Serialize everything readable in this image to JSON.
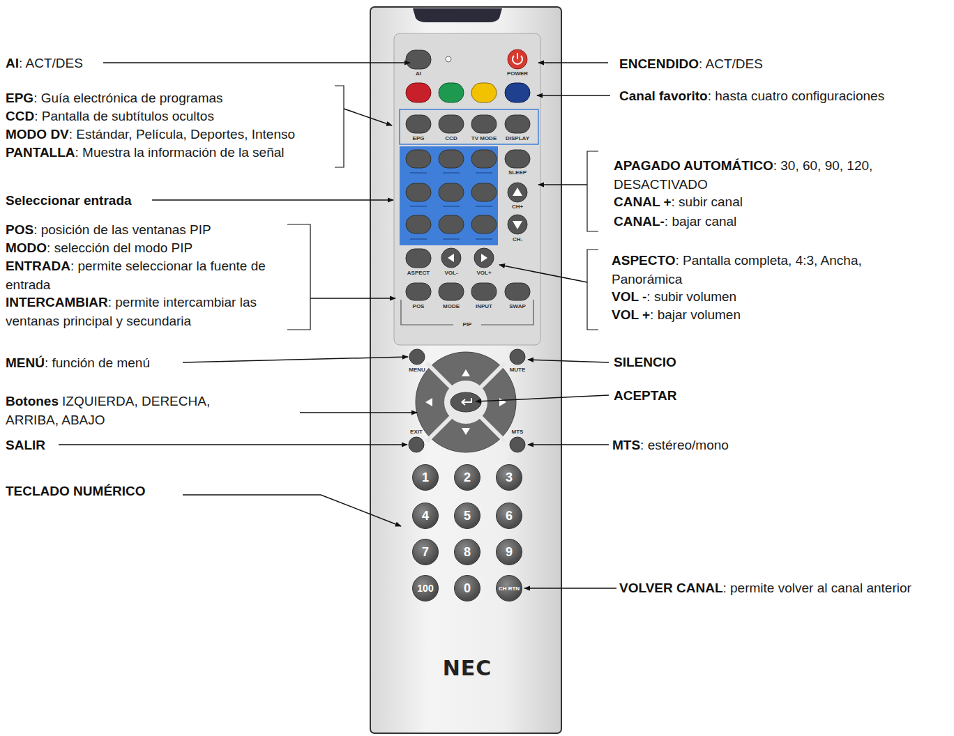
{
  "diagram": {
    "nodes": [
      {
        "text": [
          "1"
        ]
      },
      {
        "text": [
          "2"
        ]
      },
      {
        "text": [
          "3"
        ]
      },
      {
        "text": [
          "4"
        ]
      },
      {
        "text": [
          "5"
        ]
      },
      {
        "text": [
          "6"
        ]
      },
      {
        "text": [
          "7"
        ]
      },
      {
        "text": [
          "8"
        ]
      },
      {
        "text": [
          "9"
        ]
      },
      {
        "text": [
          "100"
        ]
      },
      {
        "text": [
          "0"
        ]
      },
      {
        "text": [
          "CH RTN"
        ]
      }
    ],
    "labels": [
      "AI",
      ": ACT/DES",
      "EPG",
      ": Guía electrónica de programas",
      "CCD",
      ": Pantalla de subtítulos ocultos",
      "MODO DV",
      ": Estándar, Película, Deportes, Intenso",
      "PANTALLA",
      ": Muestra la información de la señal",
      "Seleccionar entrada",
      "POS",
      ": posición de las ventanas PIP",
      "MODO",
      ": selección del modo PIP",
      "ENTRADA",
      ": permite seleccionar la fuente de entrada",
      "INTERCAMBIAR",
      ": permite intercambiar las ventanas principal y secundaria",
      "MENÚ",
      ": función de menú",
      "Botones",
      "IZQUIERDA, DERECHA, ARRIBA, ABAJO",
      "SALIR",
      "TECLADO NUMÉRICO",
      "ENCENDIDO",
      ": ACT/DES",
      "Canal favorito",
      ": hasta cuatro configuraciones",
      "APAGADO AUTOMÁTICO",
      ": 30, 60, 90, 120, DESACTIVADO",
      "CANAL +",
      ": subir canal",
      "CANAL-",
      ": bajar canal",
      "ASPECTO",
      ": Pantalla completa, 4:3, Ancha, Panorámica",
      "VOL -",
      ": subir volumen",
      "VOL +",
      ": bajar volumen",
      "SILENCIO",
      "ACEPTAR",
      "MTS",
      ": estéreo/mono",
      "VOLVER CANAL",
      ": permite volver al canal anterior",
      "AI",
      "POWER",
      "EPG",
      "CCD",
      "TV MODE",
      "DISPLAY",
      "SLEEP",
      "CH+",
      "CH-",
      "ASPECT",
      "VOL-",
      "VOL+",
      "POS",
      "MODE",
      "INPUT",
      "SWAP",
      "PIP",
      "MENU",
      "MUTE",
      "EXIT",
      "MTS",
      "NEC"
    ]
  }
}
